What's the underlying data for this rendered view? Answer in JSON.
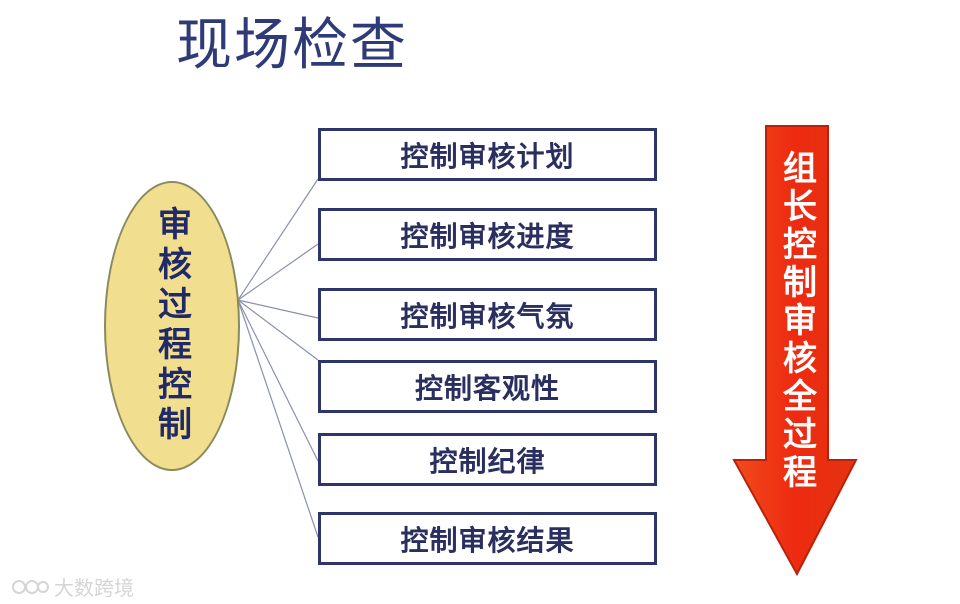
{
  "title": "现场检查",
  "center_label": "审核过程控制",
  "items": [
    "控制审核计划",
    "控制审核进度",
    "控制审核气氛",
    "控制客观性",
    "控制纪律",
    "控制审核结果"
  ],
  "arrow_label": "组长控制审核全过程",
  "watermark": "大数跨境",
  "colors": {
    "title": "#2f3a78",
    "ellipse_fill": "#f2de8f",
    "box_border": "#2e3568",
    "arrow_fill": "#ee2a10"
  }
}
